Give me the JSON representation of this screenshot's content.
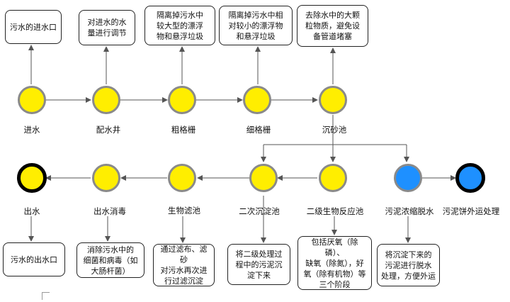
{
  "colors": {
    "node_yellow": "#ffee00",
    "node_blue": "#1e90ff",
    "node_ring_gray": "#8a8a8a",
    "node_ring_black": "#000000",
    "line": "#555555"
  },
  "top_boxes": [
    "污水的进水口",
    "对进水的水\n量进行调节",
    "隔离掉污水中\n较大型的漂浮\n物和悬浮垃圾",
    "隔离掉污水中相\n对较小的漂浮物\n和悬浮垃圾",
    "去除水中的大颗\n粒物质，避免设\n备管道堵塞"
  ],
  "top_nodes": [
    "进水",
    "配水井",
    "粗格栅",
    "细格栅",
    "沉砂池"
  ],
  "bottom_nodes": [
    "出水",
    "出水消毒",
    "生物滤池",
    "二次沉淀池",
    "二级生物反应池",
    "污泥浓缩脱水",
    "污泥饼外运处理"
  ],
  "bottom_boxes": [
    "污水的出水口",
    "消除污水中的\n细菌和病毒（如\n大肠杆菌）",
    "通过滤布、滤砂\n对污水再次进\n行过滤沉淀",
    "将二级处理过\n程中的污泥沉\n淀下来",
    "包括厌氧（除磷）、\n缺氧（除氮），好\n氧（除有机物）等\n三个阶段",
    "将沉淀下来的\n污泥进行脱水\n处理，方便外运"
  ]
}
